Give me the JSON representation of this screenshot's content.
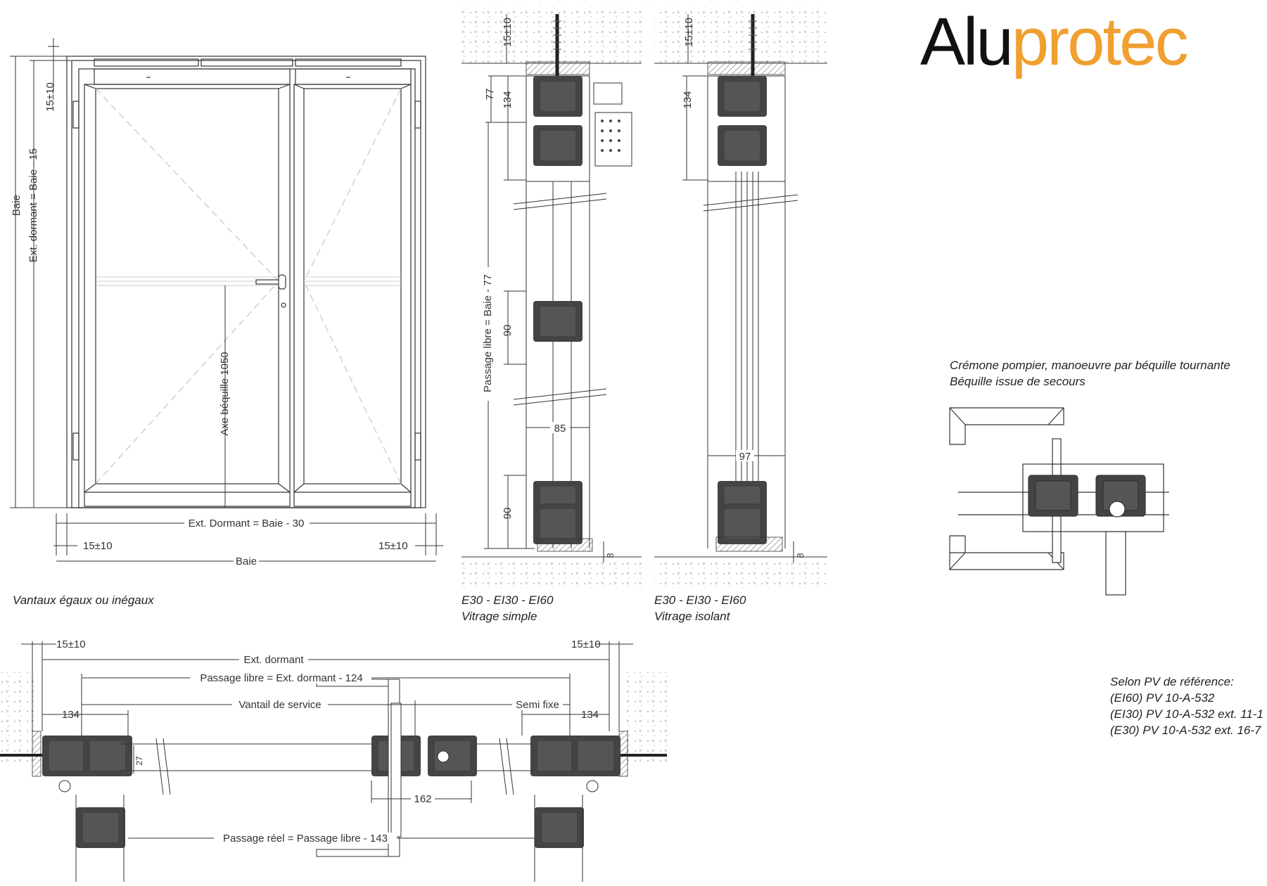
{
  "logo": {
    "part1": "Alu",
    "part2": "protec",
    "color_dark": "#111111",
    "color_accent": "#f0a030"
  },
  "elevation": {
    "caption": "Vantaux égaux ou inégaux",
    "dim_baie_vertical": "Baie",
    "dim_ext_dormant_vertical": "Ext. dormant = Baie - 15",
    "dim_top_offset": "15±10",
    "dim_axe_bequille": "Axe béquille 1050",
    "dim_ext_dormant_horizontal": "Ext. Dormant = Baie - 30",
    "dim_left_offset": "15±10",
    "dim_right_offset": "15±10",
    "dim_baie_horizontal": "Baie"
  },
  "section_simple": {
    "caption_line1": "E30 - EI30 - EI60",
    "caption_line2": "Vitrage simple",
    "dim_top": "15±10",
    "dim_77": "77",
    "dim_134": "134",
    "dim_passage": "Passage libre = Baie - 77",
    "dim_90_mid": "90",
    "dim_85": "85",
    "dim_90_bottom": "90",
    "dim_8": "8"
  },
  "section_isolant": {
    "caption_line1": "E30 - EI30 - EI60",
    "caption_line2": "Vitrage isolant",
    "dim_top": "15±10",
    "dim_134": "134",
    "dim_97": "97",
    "dim_8": "8"
  },
  "cremone": {
    "caption_line1": "Crémone pompier, manoeuvre par béquille tournante",
    "caption_line2": "Béquille issue de secours"
  },
  "reference": {
    "line1": "Selon PV de référence:",
    "line2": "(EI60) PV 10-A-532",
    "line3": "(EI30) PV 10-A-532 ext. 11-1",
    "line4": "(E30) PV 10-A-532 ext. 16-7"
  },
  "plan": {
    "dim_left_offset": "15±10",
    "dim_right_offset": "15±10",
    "dim_ext_dormant": "Ext. dormant",
    "dim_passage_libre": "Passage libre = Ext. dormant - 124",
    "dim_vantail_service": "Vantail de service",
    "dim_semi_fixe": "Semi fixe",
    "dim_134_left": "134",
    "dim_134_right": "134",
    "dim_27": "27",
    "dim_162": "162",
    "dim_passage_reel": "Passage réel = Passage libre - 143"
  }
}
